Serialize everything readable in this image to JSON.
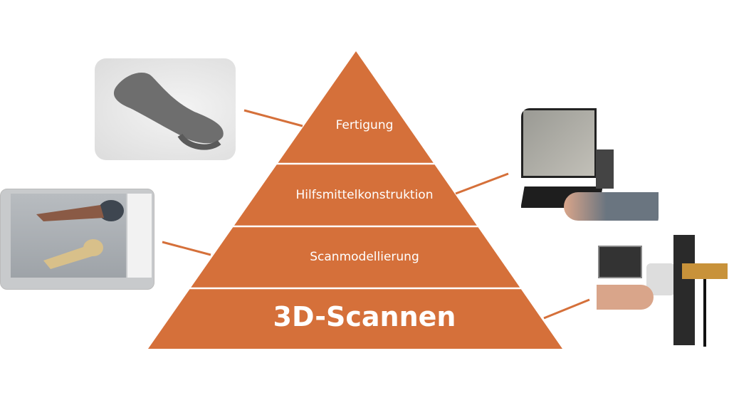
{
  "colors": {
    "pyramid": "#D5703A",
    "connector": "#D5703A"
  },
  "pyramid": {
    "levels": [
      {
        "label": "Fertigung"
      },
      {
        "label": "Hilfsmittelkonstruktion"
      },
      {
        "label": "Scanmodellierung"
      },
      {
        "label": "3D-Scannen"
      }
    ]
  }
}
